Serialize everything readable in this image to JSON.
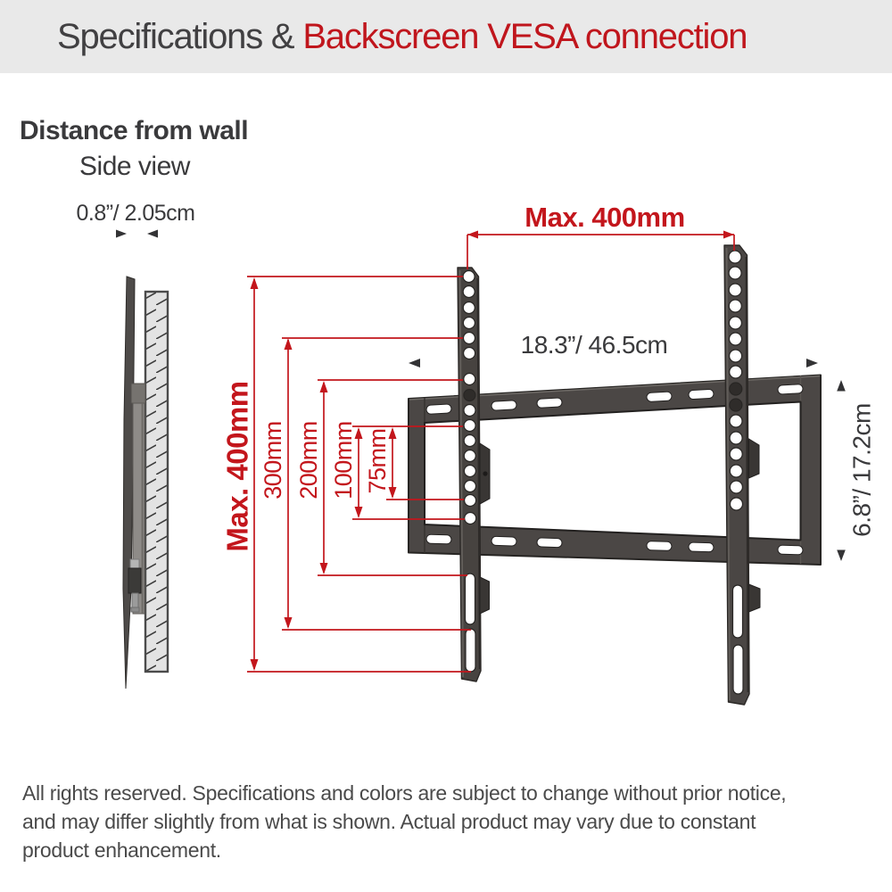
{
  "header": {
    "title_dark": "Specifications & ",
    "title_red": "Backscreen VESA connection"
  },
  "side_view": {
    "heading": "Distance from wall",
    "subheading": "Side view",
    "gap_label": "0.8”/ 2.05cm"
  },
  "front_view": {
    "max_width_label": "Max. 400mm",
    "max_height_label": "Max. 400mm",
    "vesa_300_label": "300mm",
    "vesa_200_label": "200mm",
    "vesa_100_label": "100mm",
    "vesa_75_label": "75mm",
    "plate_width_label": "18.3”/ 46.5cm",
    "plate_height_label": "6.8”/ 17.2cm"
  },
  "footer": {
    "line1": "All rights reserved. Specifications and colors are subject to change without prior notice,",
    "line2": "and may differ slightly from what is shown. Actual product may vary due to constant",
    "line3": "product enhancement."
  },
  "colors": {
    "accent_red": "#c3161c",
    "text_dark": "#3a3a3c",
    "header_bg": "#e9e9e9",
    "metal_dark": "#4b4745",
    "wall_fill": "#e3e3e3"
  }
}
